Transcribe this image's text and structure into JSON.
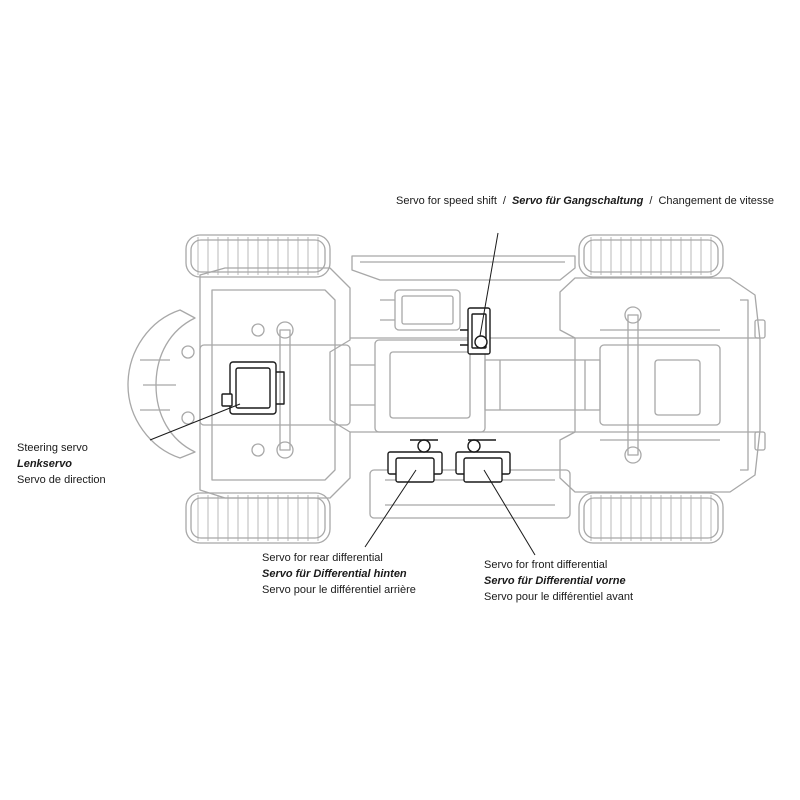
{
  "callouts": {
    "speed_shift": {
      "en": "Servo for speed shift",
      "separator": "/",
      "de": "Servo für Gangschaltung",
      "fr": "Changement de vitesse"
    },
    "steering": {
      "en": "Steering servo",
      "de": "Lenkservo",
      "fr": "Servo de direction"
    },
    "rear_diff": {
      "en": "Servo for rear differential",
      "de": "Servo für Differential hinten",
      "fr": "Servo pour le différentiel arrière"
    },
    "front_diff": {
      "en": "Servo for front differential",
      "de": "Servo für Differential vorne",
      "fr": "Servo pour le différentiel avant"
    }
  },
  "colors": {
    "chassis_line": "#a8a8a8",
    "servo_line": "#1a1a1a",
    "leader_line": "#1a1a1a"
  }
}
